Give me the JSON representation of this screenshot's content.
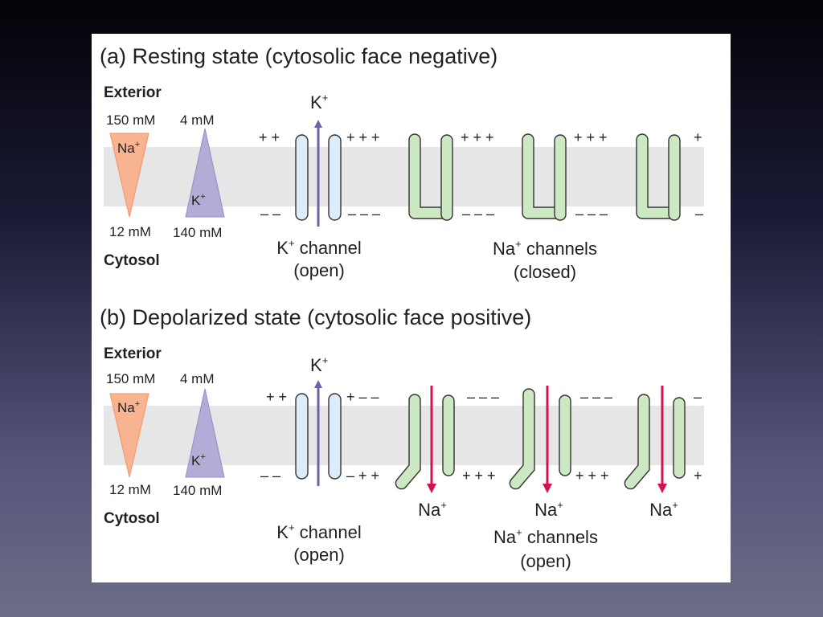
{
  "panel_a": {
    "title": "(a) Resting state (cytosolic face negative)",
    "exterior": "Exterior",
    "cytosol": "Cytosol",
    "na_out_conc": "150 mM",
    "k_out_conc": "4 mM",
    "na_in_conc": "12 mM",
    "k_in_conc": "140 mM",
    "na_label": "Na",
    "k_label": "K",
    "k_ion": "K",
    "k_channel_line1": "K",
    "k_channel_line1_rest": " channel",
    "k_channel_line2": "(open)",
    "na_channels_line1": "Na",
    "na_channels_line1_rest": " channels",
    "na_channels_line2": "(closed)",
    "top_signs_a": "+ +",
    "top_signs_b": "+ + +",
    "top_signs_c": "+ + +",
    "top_signs_d": "+ + +",
    "top_signs_e": "+",
    "bottom_signs_a": "– –",
    "bottom_signs_b": "– – –",
    "bottom_signs_c": "– – –",
    "bottom_signs_d": "– – –",
    "bottom_signs_e": "–"
  },
  "panel_b": {
    "title": "(b) Depolarized state (cytosolic face positive)",
    "exterior": "Exterior",
    "cytosol": "Cytosol",
    "na_out_conc": "150 mM",
    "k_out_conc": "4 mM",
    "na_in_conc": "12 mM",
    "k_in_conc": "140 mM",
    "na_label": "Na",
    "k_label": "K",
    "k_ion": "K",
    "na_ion": "Na",
    "k_channel_line1": "K",
    "k_channel_line1_rest": " channel",
    "k_channel_line2": "(open)",
    "na_channels_line1": "Na",
    "na_channels_line1_rest": " channels",
    "na_channels_line2": "(open)",
    "top_signs_a": "+ +",
    "top_signs_b": "+ – –",
    "top_signs_c": "– – –",
    "top_signs_d": "– – –",
    "top_signs_e": "–",
    "bottom_signs_a": "– –",
    "bottom_signs_b": "– + +",
    "bottom_signs_c": "+ + +",
    "bottom_signs_d": "+ + +",
    "bottom_signs_e": "+"
  },
  "superscript_plus": "+",
  "colors": {
    "membrane": "#e6e6e6",
    "na_triangle": "#f8b391",
    "k_triangle": "#b4abd7",
    "k_channel": "#dcecf8",
    "na_channel": "#cde9c4",
    "k_arrow": "#6a63a8",
    "na_arrow": "#d4134a"
  }
}
